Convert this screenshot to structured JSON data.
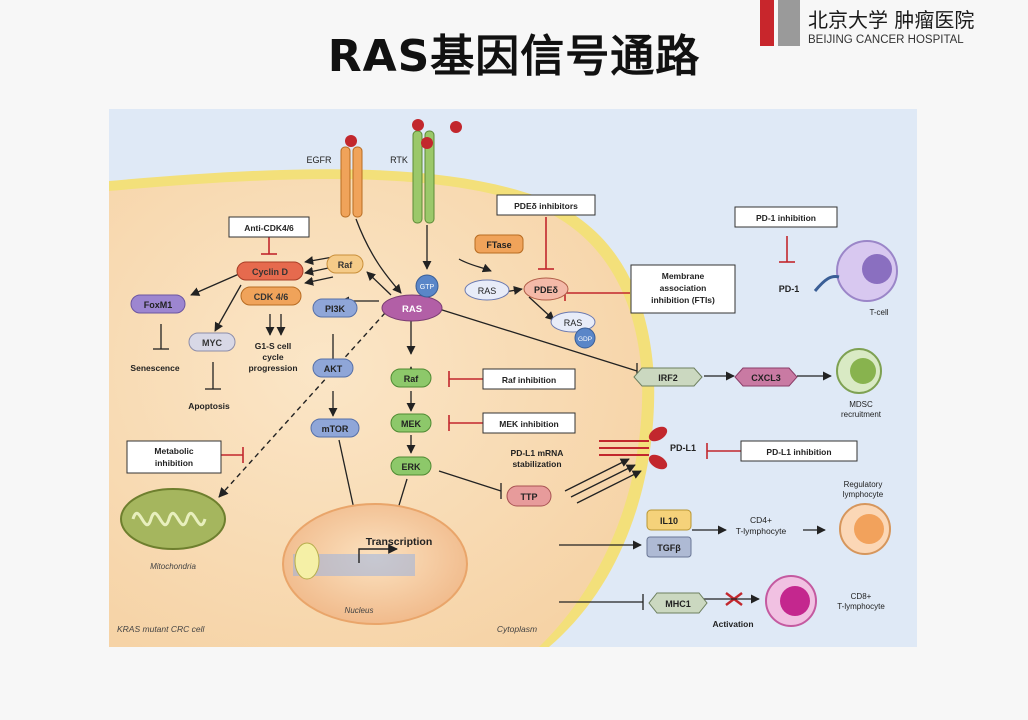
{
  "title": "RAS基因信号通路",
  "logo": {
    "cn": "北京大学 肿瘤医院",
    "en": "BEIJING CANCER HOSPITAL"
  },
  "diagram": {
    "receptors": [
      "EGFR",
      "RTK"
    ],
    "nodes": {
      "gtp": "GTP",
      "ras_main": "RAS",
      "raf_small": "Raf",
      "cyclin_d": "Cyclin D",
      "cdk46": "CDK 4/6",
      "foxm1": "FoxM1",
      "myc": "MYC",
      "pi3k": "PI3K",
      "akt": "AKT",
      "mtor": "mTOR",
      "raf": "Raf",
      "mek": "MEK",
      "erk": "ERK",
      "ttp": "TTP",
      "ftase": "FTase",
      "ras_free": "RAS",
      "pde": "PDEδ",
      "ras_gdp": "RAS",
      "gdp": "GDP",
      "irf2": "IRF2",
      "cxcl3": "CXCL3",
      "il10": "IL10",
      "tgfb": "TGFβ",
      "mhc1": "MHC1"
    },
    "inhibitor_boxes": {
      "anti_cdk": "Anti-CDK4/6",
      "pde_inh": "PDEδ inhibitors",
      "membrane_l1": "Membrane",
      "membrane_l2": "association",
      "membrane_l3": "inhibition (FTIs)",
      "pd1_inh": "PD-1 inhibition",
      "raf_inh": "Raf inhibition",
      "mek_inh": "MEK inhibition",
      "pdl1_inh": "PD-L1 inhibition",
      "metabolic_l1": "Metabolic",
      "metabolic_l2": "inhibition"
    },
    "labels": {
      "senescence": "Senescence",
      "apoptosis": "Apoptosis",
      "g1s_l1": "G1-S cell",
      "g1s_l2": "cycle",
      "g1s_l3": "progression",
      "pdl1_mrna_l1": "PD-L1 mRNA",
      "pdl1_mrna_l2": "stabilization",
      "pdl1": "PD-L1",
      "pd1": "PD-1",
      "tcell": "T-cell",
      "mdsc_l1": "MDSC",
      "mdsc_l2": "recruitment",
      "cd4_l1": "CD4+",
      "cd4_l2": "T-lymphocyte",
      "treg_l1": "Regulatory",
      "treg_l2": "lymphocyte",
      "activation": "Activation",
      "cd8_l1": "CD8+",
      "cd8_l2": "T-lymphocyte",
      "transcription": "Transcription",
      "nucleus": "Nucleus",
      "mitochondria": "Mitochondria",
      "cell_label": "KRAS mutant CRC cell",
      "cytoplasm": "Cytoplasm"
    }
  },
  "colors": {
    "cell": "#f9ddb6",
    "membrane": "#f3e07a",
    "background": "#dfe9f6",
    "green_node": "#8dc86a",
    "blue_node": "#8fa6d8",
    "purple_node": "#9d86d0",
    "ras_node": "#b25fa6",
    "orange_node": "#f0a35a",
    "red_inhibit": "#c2272d"
  }
}
